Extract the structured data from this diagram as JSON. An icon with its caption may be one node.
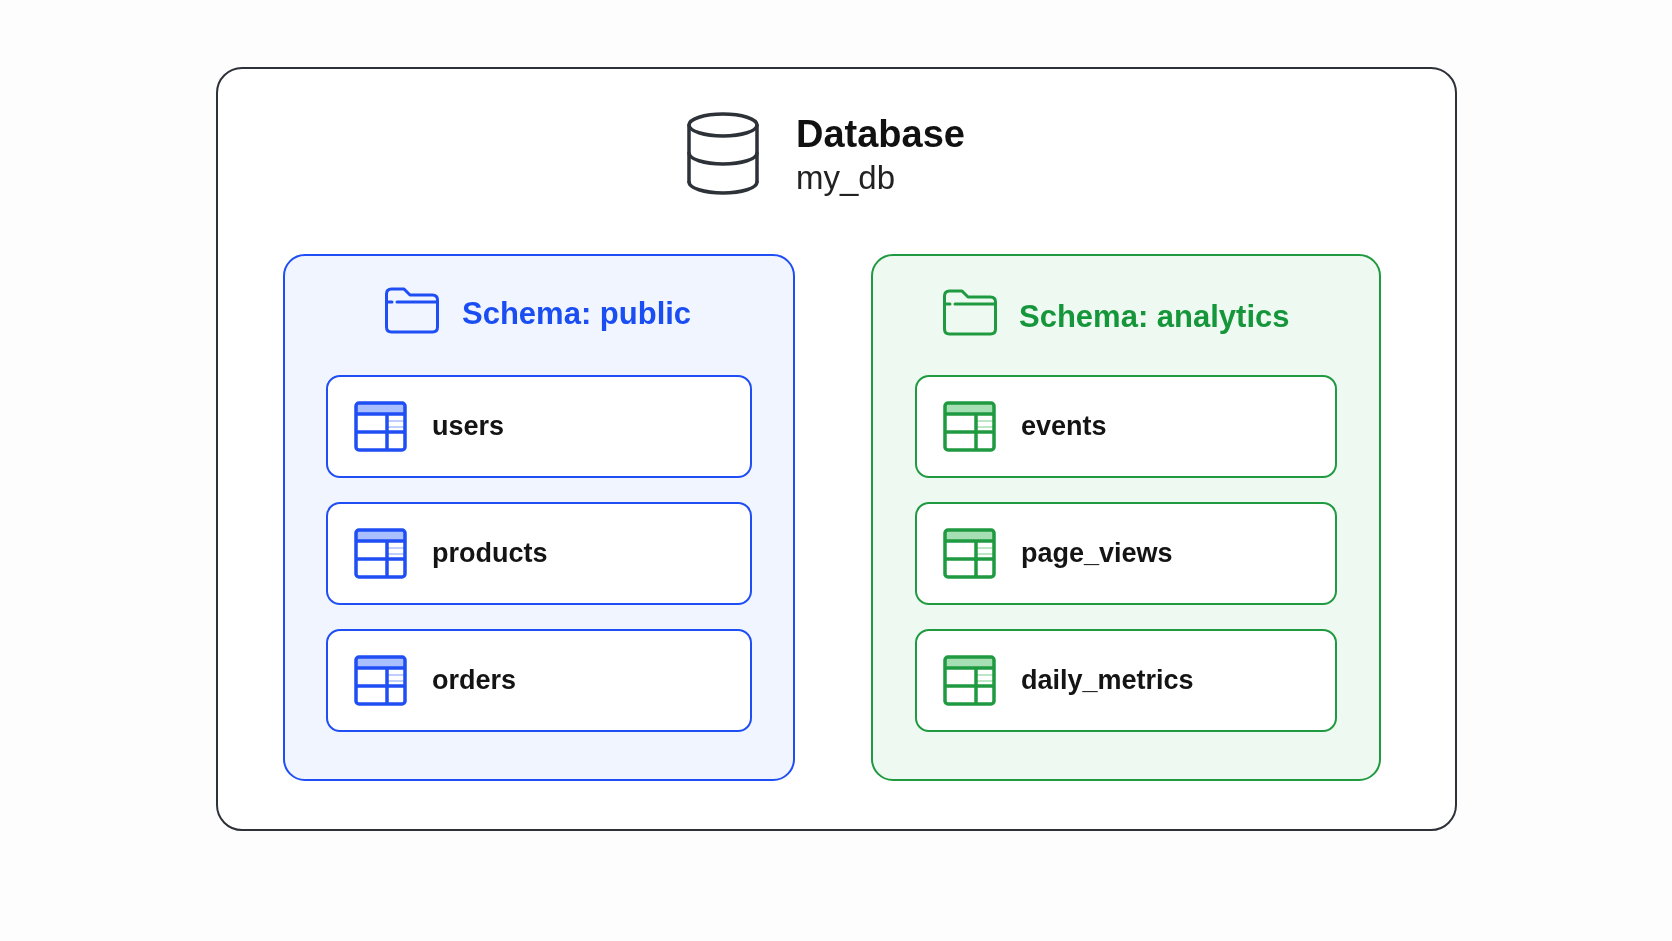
{
  "diagram": {
    "nodes": [
      {
        "text": [
          "Database",
          "my_db"
        ]
      },
      {
        "text": [
          "Schema: public"
        ],
        "in": 0
      },
      {
        "text": [
          "users"
        ],
        "in": 1
      },
      {
        "text": [
          "products"
        ],
        "in": 1
      },
      {
        "text": [
          "orders"
        ],
        "in": 1
      },
      {
        "text": [
          "Schema: analytics"
        ],
        "in": 0
      },
      {
        "text": [
          "events"
        ],
        "in": 5
      },
      {
        "text": [
          "page_views"
        ],
        "in": 5
      },
      {
        "text": [
          "daily_metrics"
        ],
        "in": 5
      }
    ]
  }
}
